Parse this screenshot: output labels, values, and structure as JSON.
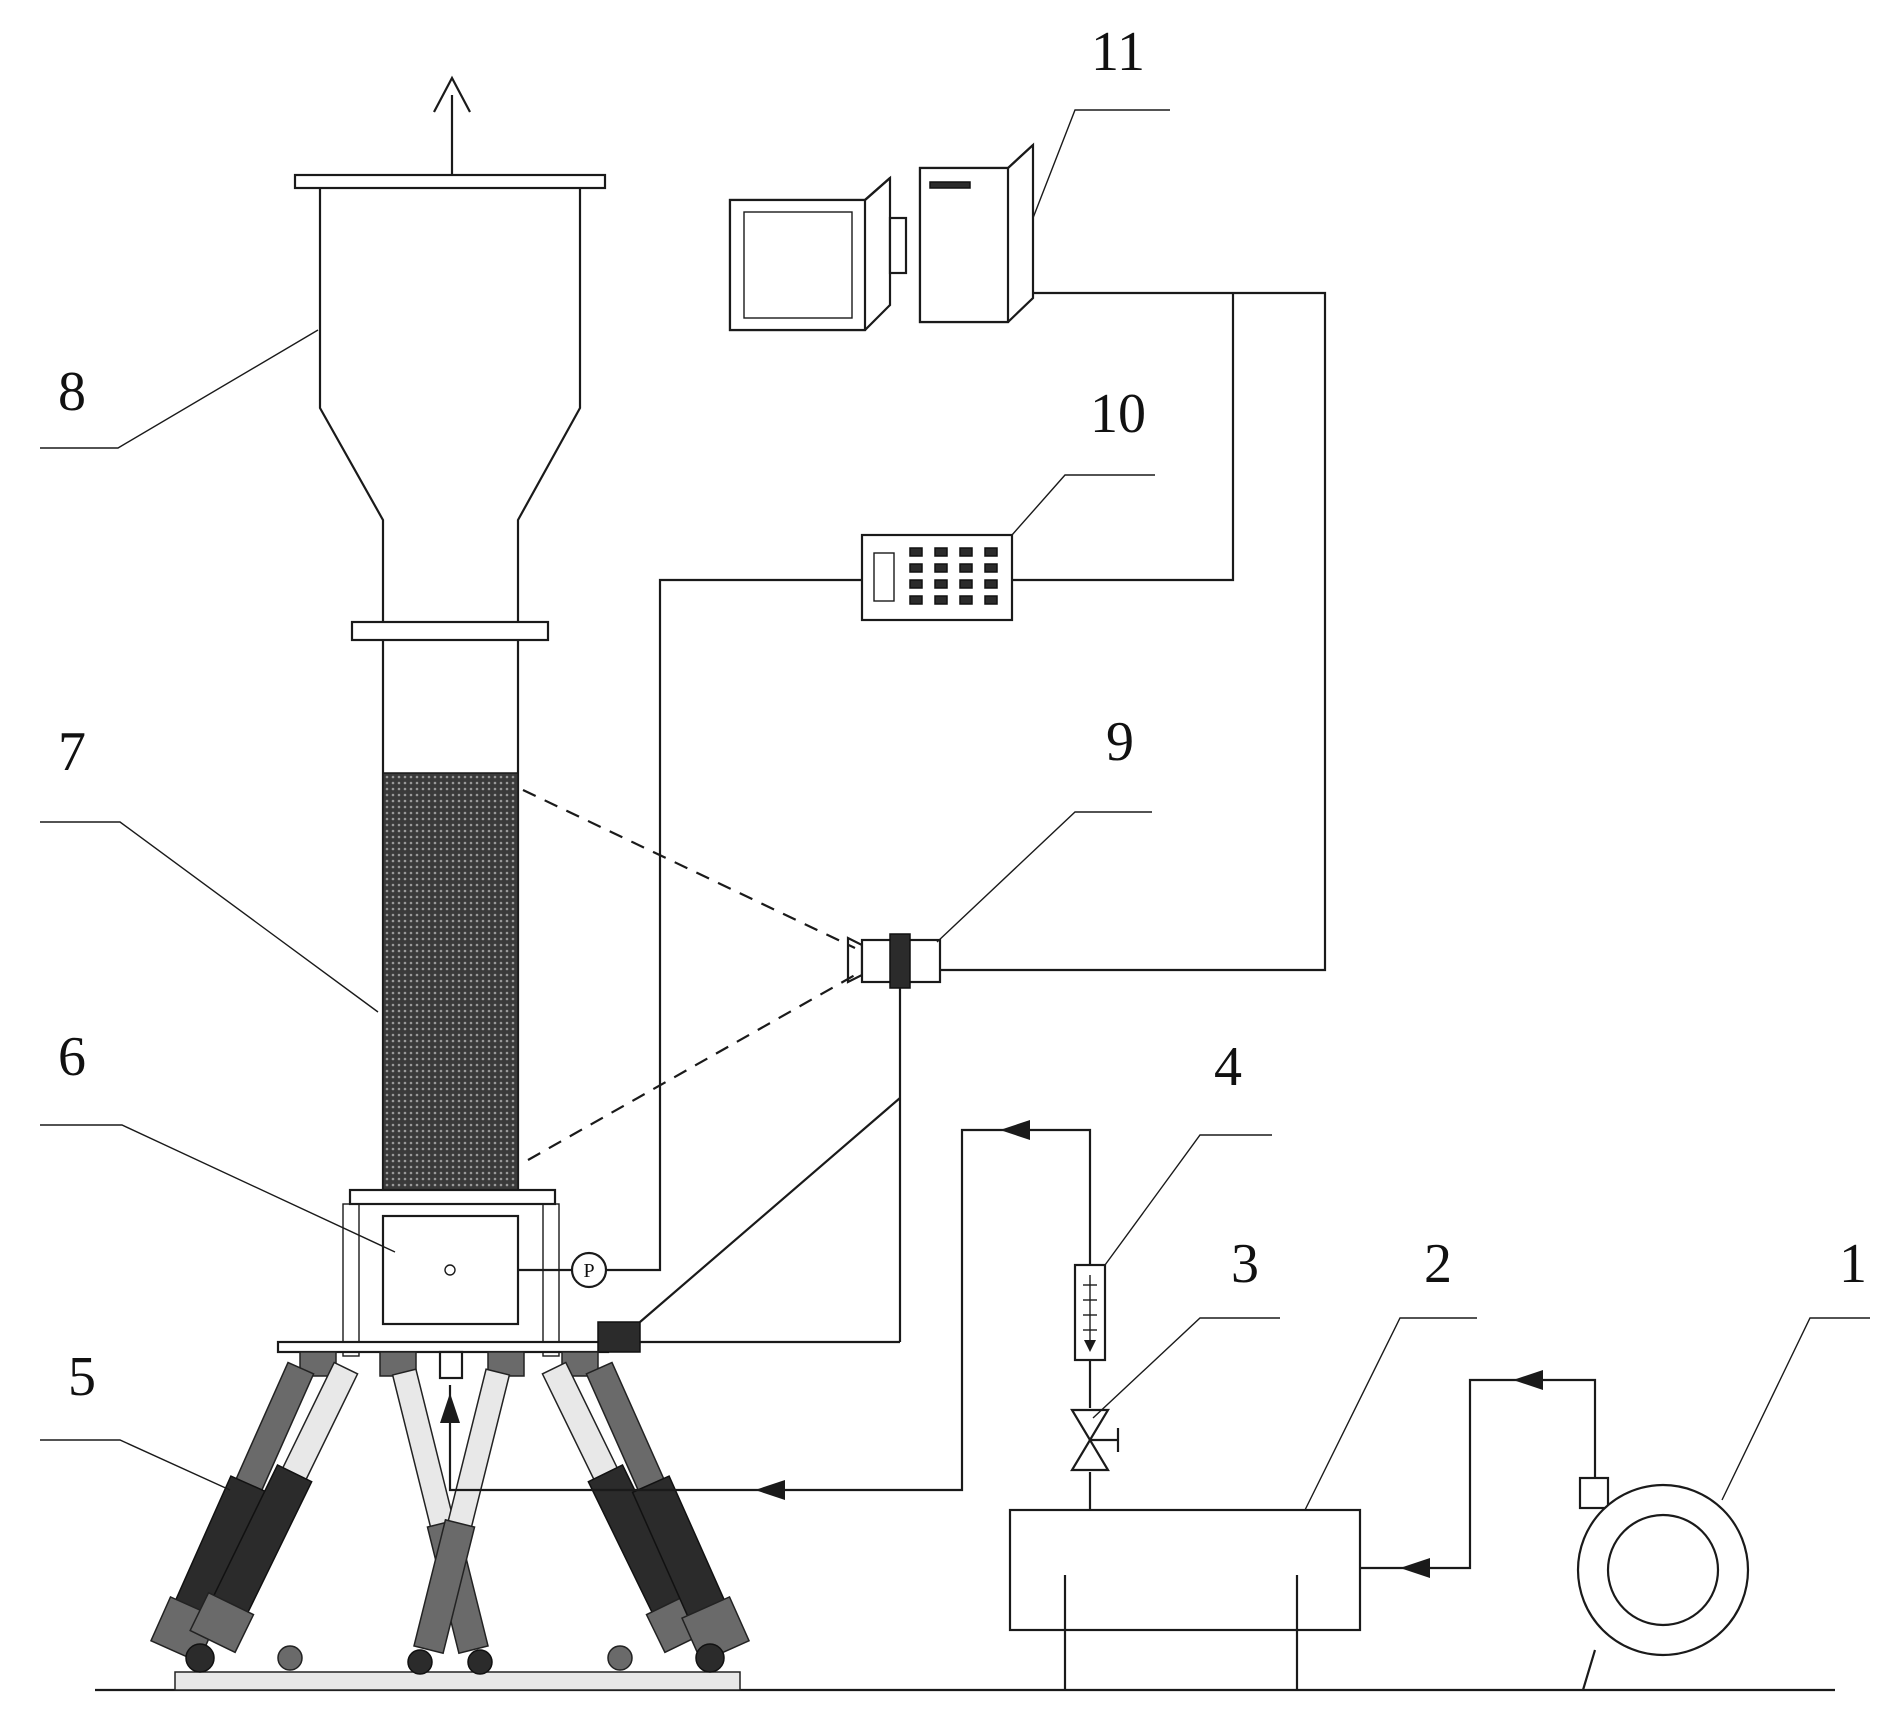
{
  "labels": [
    {
      "id": "fan",
      "text": "1"
    },
    {
      "id": "air-tank",
      "text": "2"
    },
    {
      "id": "valve",
      "text": "3"
    },
    {
      "id": "flowmeter",
      "text": "4"
    },
    {
      "id": "hexapod-platform",
      "text": "5"
    },
    {
      "id": "wind-box",
      "text": "6"
    },
    {
      "id": "fluidized-bed",
      "text": "7"
    },
    {
      "id": "expansion-section",
      "text": "8"
    },
    {
      "id": "camera",
      "text": "9"
    },
    {
      "id": "pressure-acquisition",
      "text": "10"
    },
    {
      "id": "computer",
      "text": "11"
    }
  ],
  "pressure_gauge_symbol": "P"
}
